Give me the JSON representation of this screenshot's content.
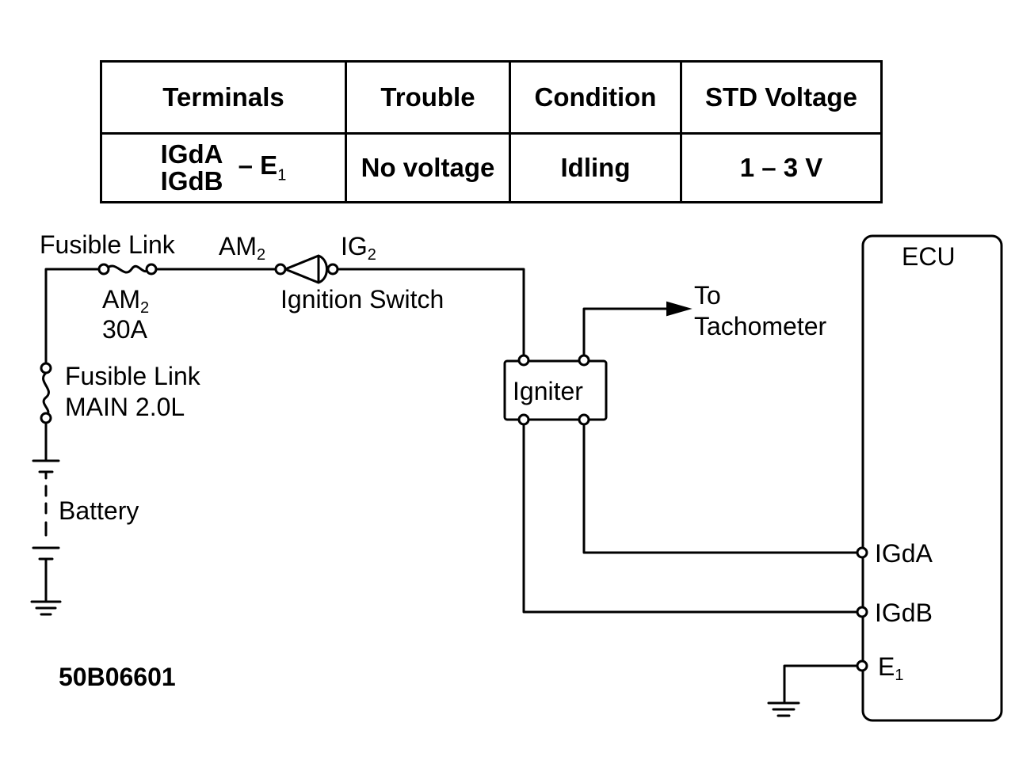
{
  "table": {
    "headers": [
      "Terminals",
      "Trouble",
      "Condition",
      "STD Voltage"
    ],
    "row": {
      "terminal_a": "IGdA",
      "terminal_b": "IGdB",
      "terminal_sep": "– E",
      "terminal_sep_sub": "1",
      "trouble": "No voltage",
      "condition": "Idling",
      "std_voltage": "1 – 3 V"
    }
  },
  "labels": {
    "fusible_link_top": "Fusible Link",
    "am2_top": "AM",
    "am2_top_sub": "2",
    "ig2": "IG",
    "ig2_sub": "2",
    "am2_fuse": "AM",
    "am2_fuse_sub": "2",
    "fuse_rating": "30A",
    "ignition_switch": "Ignition Switch",
    "to": "To",
    "tachometer": "Tachometer",
    "igniter": "Igniter",
    "ecu": "ECU",
    "fusible_link_main_1": "Fusible Link",
    "fusible_link_main_2": "MAIN 2.0L",
    "battery": "Battery",
    "igda": "IGdA",
    "igdb": "IGdB",
    "e1": "E",
    "e1_sub": "1",
    "figure_code": "50B06601"
  }
}
